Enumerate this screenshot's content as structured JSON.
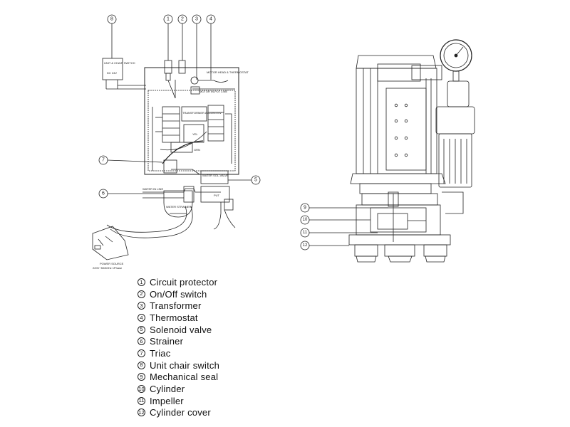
{
  "legend": [
    {
      "num": "1",
      "label": "Circuit protector"
    },
    {
      "num": "2",
      "label": "On/Off switch"
    },
    {
      "num": "3",
      "label": "Transformer"
    },
    {
      "num": "4",
      "label": "Thermostat"
    },
    {
      "num": "5",
      "label": "Solenoid valve"
    },
    {
      "num": "6",
      "label": "Strainer"
    },
    {
      "num": "7",
      "label": "Triac"
    },
    {
      "num": "8",
      "label": "Unit chair switch"
    },
    {
      "num": "9",
      "label": "Mechanical seal"
    },
    {
      "num": "10",
      "label": "Cylinder"
    },
    {
      "num": "11",
      "label": "Impeller"
    },
    {
      "num": "12",
      "label": "Cylinder cover"
    }
  ],
  "wiring_labels": {
    "unit_chair_switch": "UNIT & CHAIR SWITCH",
    "dc_24v": "DC 24V",
    "motor_head": "MOTOR HEAD & THERMOSTAT",
    "motor_input_line": "MOTOR IN-PUT LINE",
    "transformer": "TRANSFORMER AC220V/24V",
    "yel": "YEL",
    "grn": "GRN",
    "water_solvalve": "WATER SOL-VALVE",
    "water_in_line": "WATER IN LINE",
    "water_strainer": "WATER STRAINER",
    "power_source": "POWER SOURCE",
    "power_spec": "220V~50/60Hz 1Phase",
    "put": "PUT"
  },
  "callouts": {
    "c1": "1",
    "c2": "2",
    "c3": "3",
    "c4": "4",
    "c5": "5",
    "c6": "6",
    "c7": "7",
    "c8": "8",
    "c9": "9",
    "c10": "10",
    "c11": "11",
    "c12": "12"
  }
}
